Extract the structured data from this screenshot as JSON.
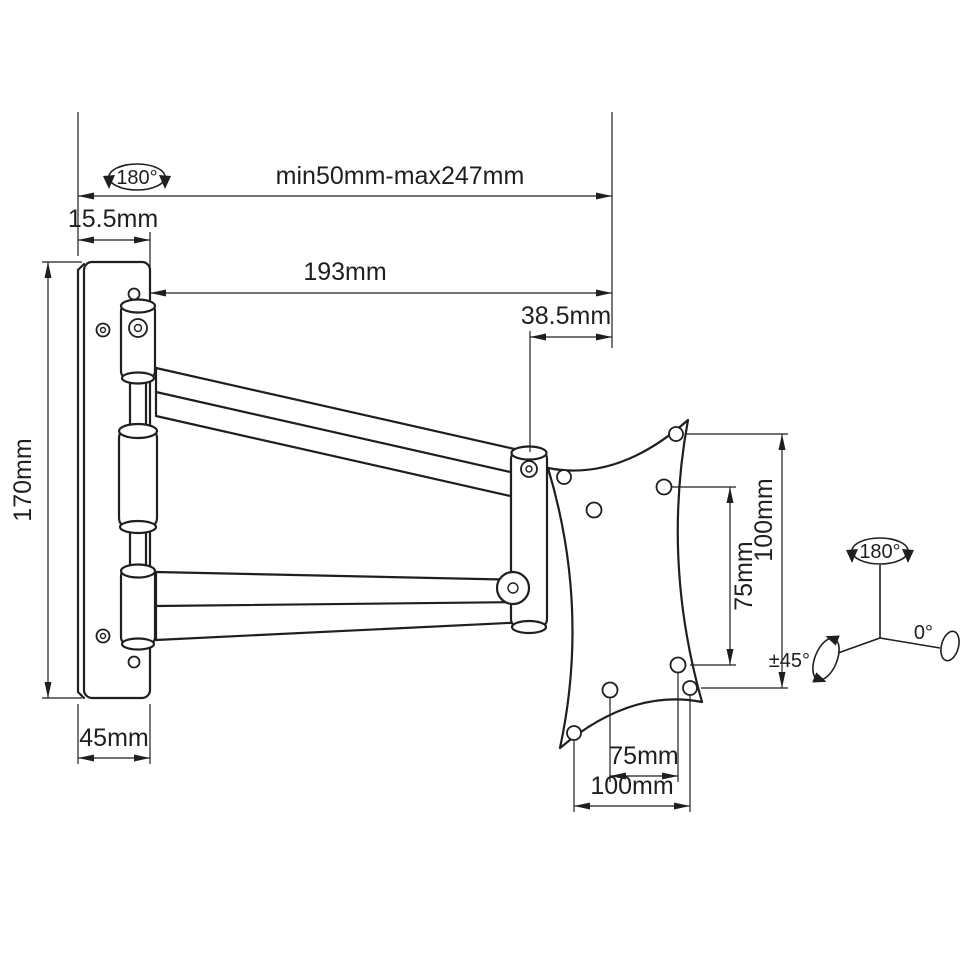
{
  "diagram": {
    "type": "technical-dimension-drawing",
    "subject": "articulating-monitor-wall-mount-bracket-side-view",
    "colors": {
      "line": "#1f1f1f",
      "text": "#1f1f1f",
      "background": "#ffffff"
    },
    "dimensions": {
      "extension_range": "min50mm-max247mm",
      "wall_plate_depth": "15.5mm",
      "arm_reach": "193mm",
      "head_offset": "38.5mm",
      "wall_plate_height": "170mm",
      "wall_plate_width": "45mm",
      "vesa_vertical_100": "100mm",
      "vesa_vertical_75": "75mm",
      "vesa_horizontal_75": "75mm",
      "vesa_horizontal_100": "100mm"
    },
    "angles": {
      "wall_swivel": "180°",
      "head_swivel": "180°",
      "tilt_range": "±45°",
      "tilt_neutral": "0°"
    }
  }
}
